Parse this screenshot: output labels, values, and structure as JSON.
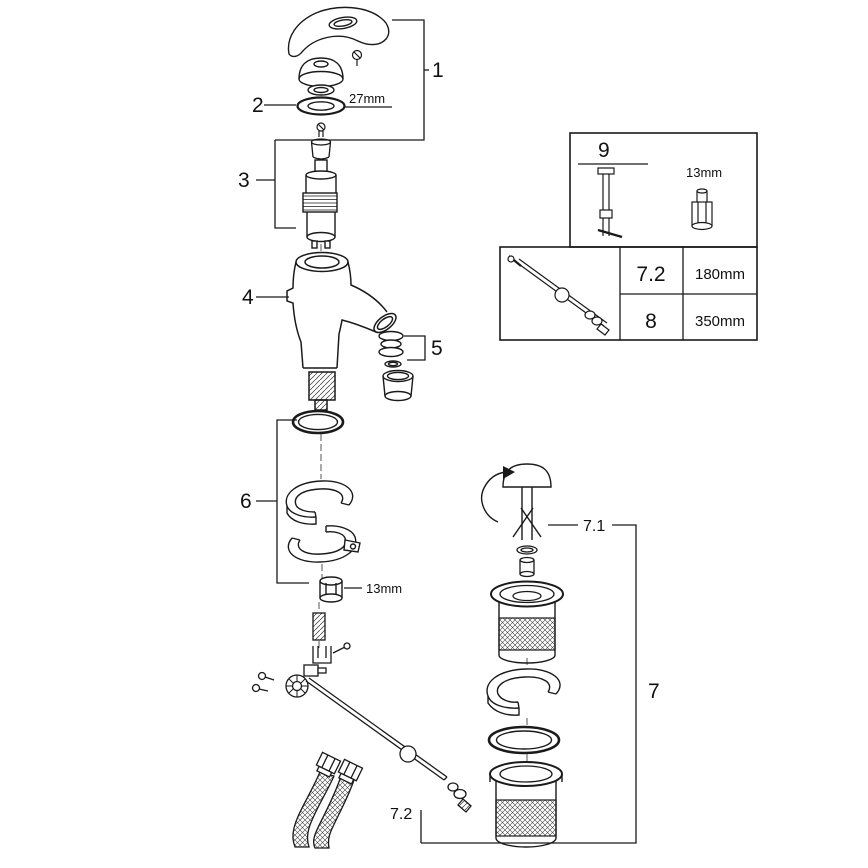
{
  "diagram": {
    "background": "#ffffff",
    "line_color": "#1a1a1a",
    "callouts": {
      "c1": "1",
      "c2": "2",
      "c3": "3",
      "c4": "4",
      "c5": "5",
      "c6": "6",
      "c7": "7",
      "c7_1": "7.1",
      "c7_2": "7.2"
    },
    "dimensions": {
      "ring_diameter": "27mm",
      "nut_size": "13mm"
    }
  },
  "tool_panel": {
    "callout": "9",
    "socket_size": "13mm"
  },
  "size_panel": {
    "rows": [
      {
        "part": "7.2",
        "length": "180mm"
      },
      {
        "part": "8",
        "length": "350mm"
      }
    ]
  }
}
